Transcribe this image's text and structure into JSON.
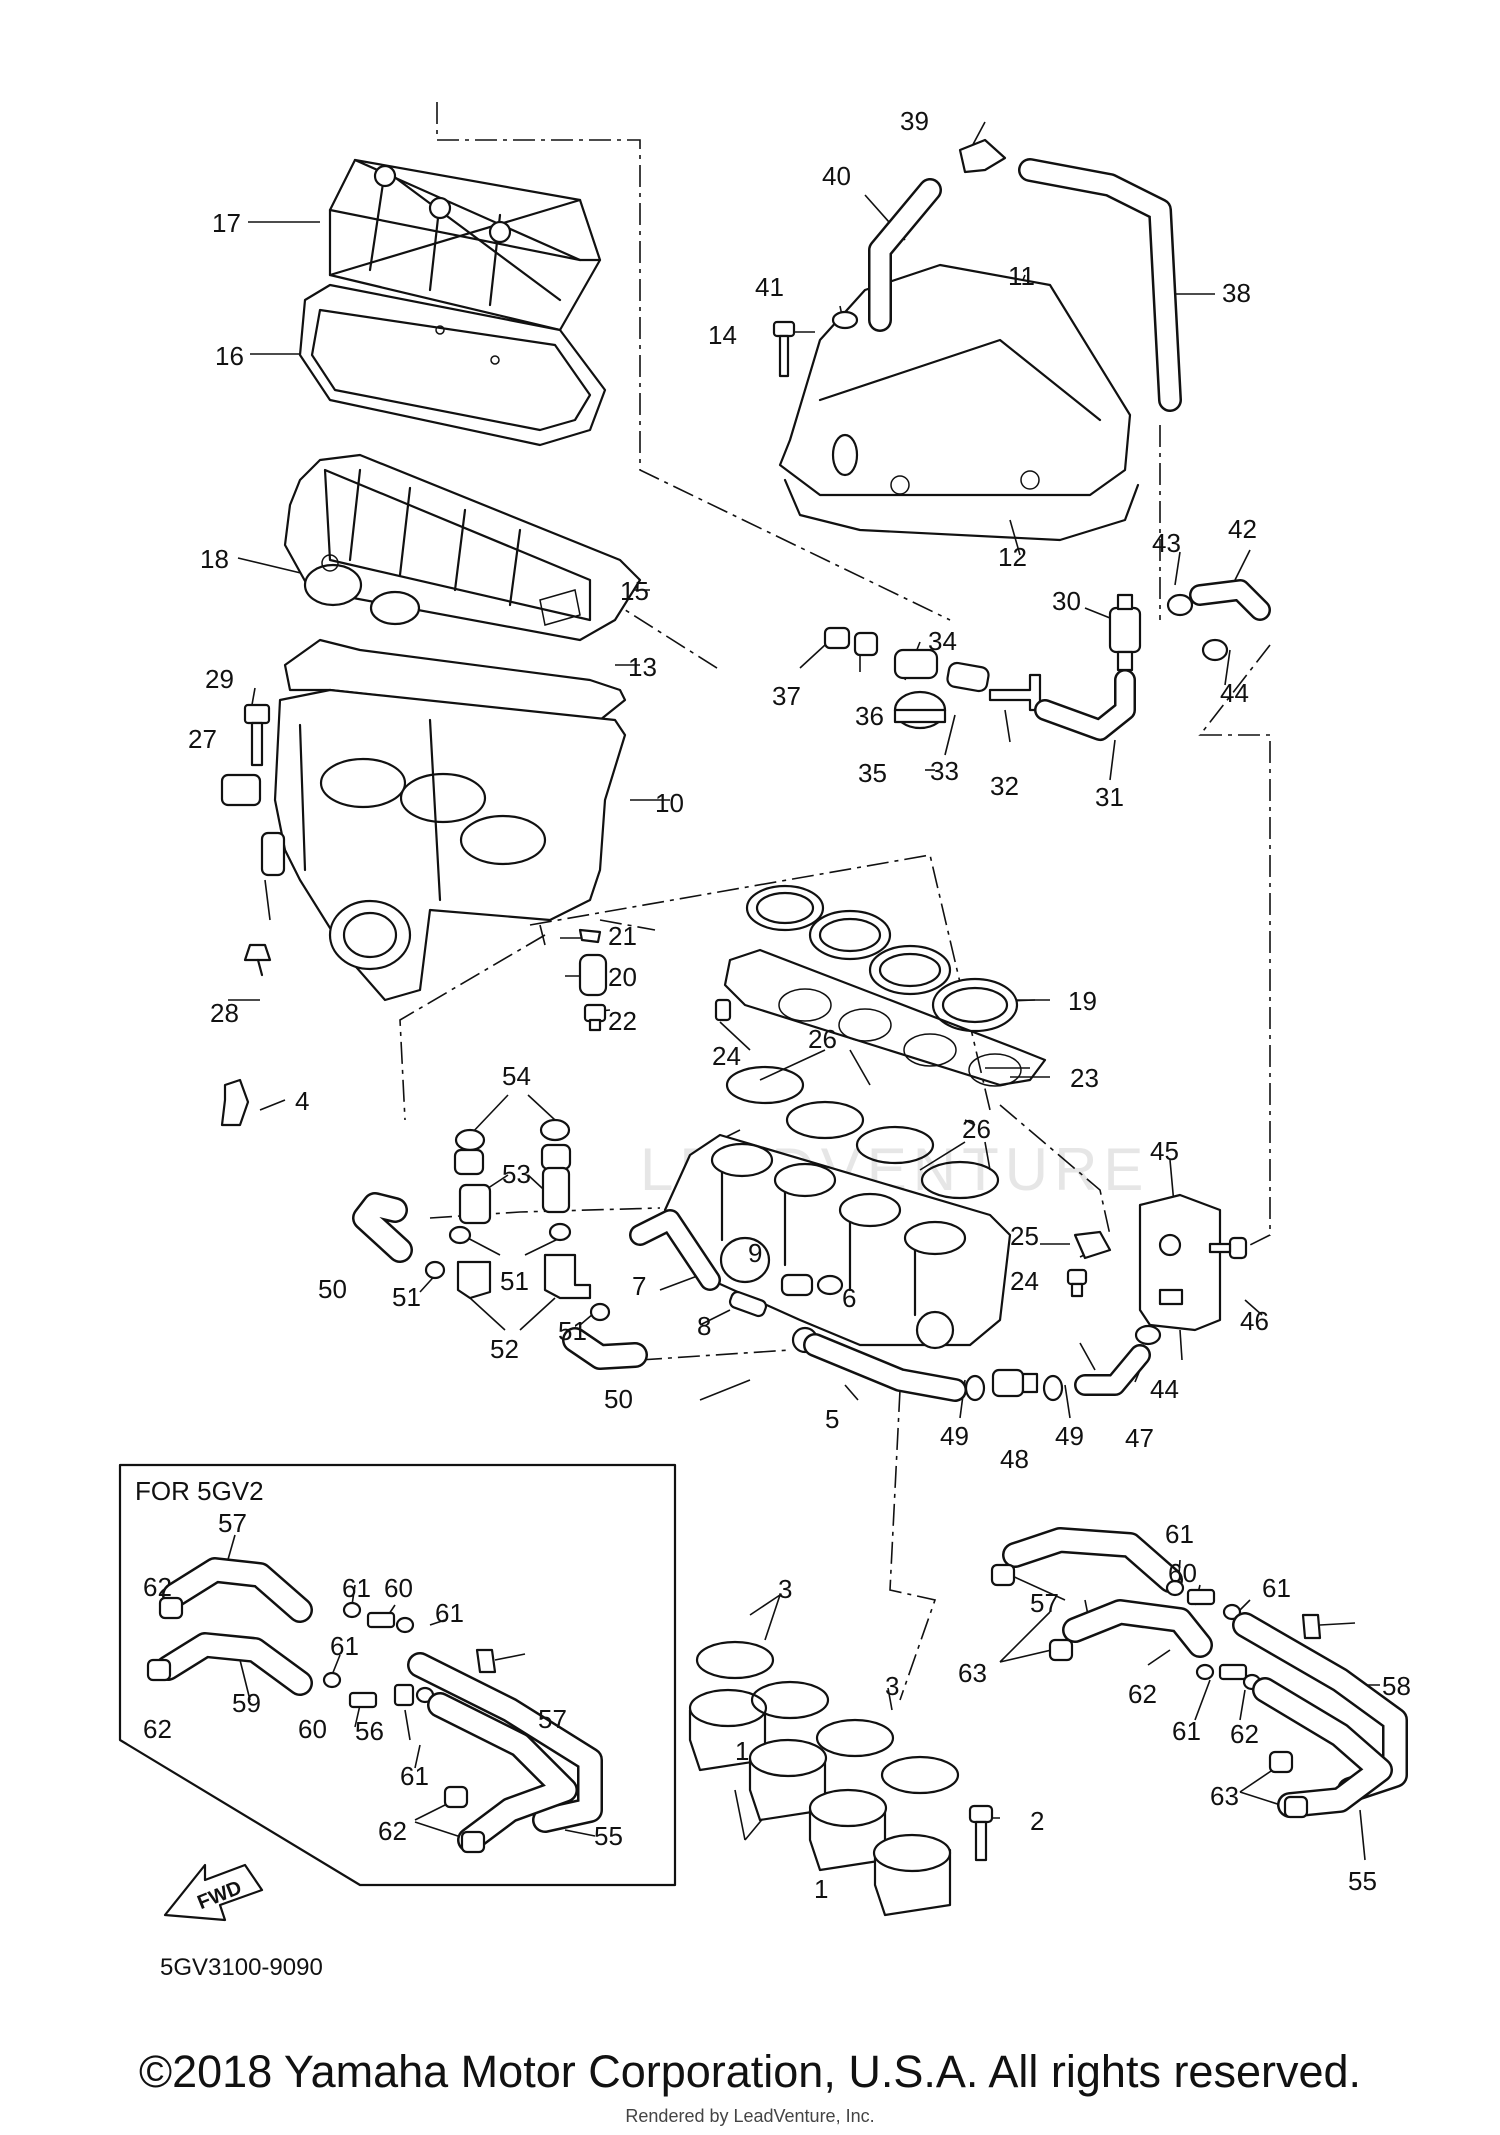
{
  "diagram": {
    "kit_box_label": "FOR 5GV2",
    "fwd_label": "FWD",
    "drawing_code": "5GV3100-9090",
    "watermark": "LEADVENTURE",
    "callouts": [
      "1",
      "1",
      "2",
      "3",
      "3",
      "4",
      "5",
      "6",
      "7",
      "8",
      "9",
      "10",
      "11",
      "12",
      "13",
      "14",
      "15",
      "16",
      "17",
      "18",
      "19",
      "20",
      "21",
      "22",
      "23",
      "24",
      "24",
      "25",
      "26",
      "26",
      "27",
      "28",
      "29",
      "30",
      "31",
      "32",
      "33",
      "34",
      "35",
      "36",
      "37",
      "38",
      "39",
      "40",
      "41",
      "42",
      "43",
      "44",
      "44",
      "45",
      "46",
      "47",
      "48",
      "49",
      "49",
      "50",
      "50",
      "51",
      "51",
      "51",
      "52",
      "53",
      "54",
      "55",
      "55",
      "56",
      "57",
      "57",
      "57",
      "58",
      "59",
      "60",
      "60",
      "60",
      "61",
      "61",
      "61",
      "61",
      "61",
      "61",
      "61",
      "62",
      "62",
      "62",
      "62",
      "62",
      "63",
      "63"
    ]
  },
  "footer": {
    "copyright": "©2018 Yamaha Motor Corporation, U.S.A. All rights reserved.",
    "rendered_by": "Rendered by LeadVenture, Inc."
  }
}
